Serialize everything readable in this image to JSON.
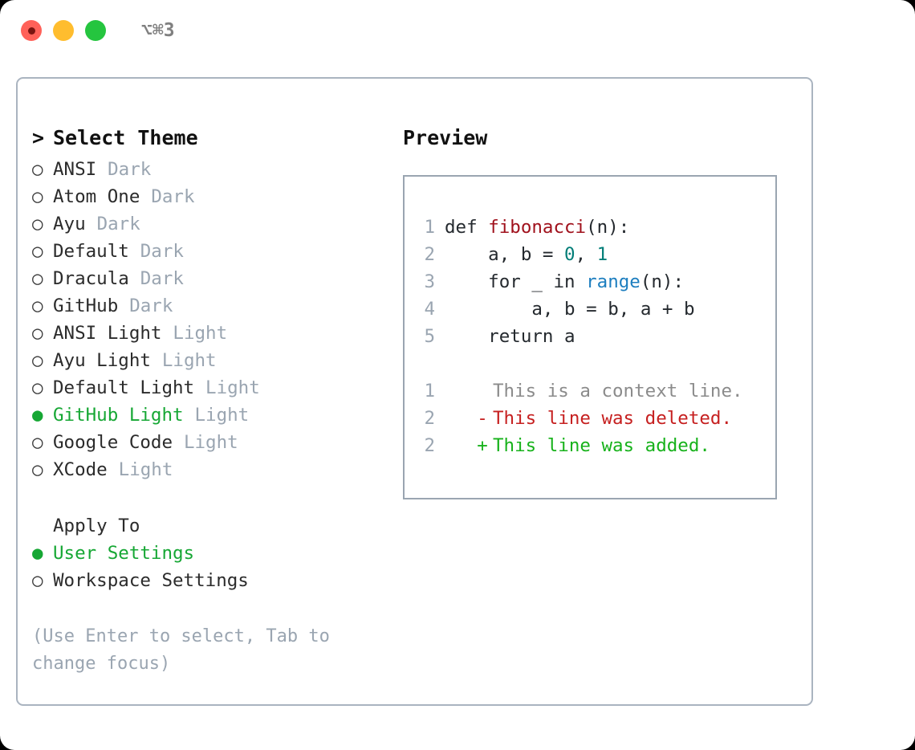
{
  "titlebar": {
    "shortcut": "⌥⌘3",
    "buttons": [
      {
        "name": "close",
        "color": "#ff6159"
      },
      {
        "name": "minimize",
        "color": "#ffbd2e"
      },
      {
        "name": "maximize",
        "color": "#25c53f"
      }
    ]
  },
  "theme_list": {
    "heading": "Select Theme",
    "heading_marker": ">",
    "marker_unselected": "○",
    "marker_selected": "●",
    "items": [
      {
        "label": "ANSI",
        "suffix": "Dark",
        "selected": false
      },
      {
        "label": "Atom One",
        "suffix": "Dark",
        "selected": false
      },
      {
        "label": "Ayu",
        "suffix": "Dark",
        "selected": false
      },
      {
        "label": "Default",
        "suffix": "Dark",
        "selected": false
      },
      {
        "label": "Dracula",
        "suffix": "Dark",
        "selected": false
      },
      {
        "label": "GitHub",
        "suffix": "Dark",
        "selected": false
      },
      {
        "label": "ANSI Light",
        "suffix": "Light",
        "selected": false
      },
      {
        "label": "Ayu Light",
        "suffix": "Light",
        "selected": false
      },
      {
        "label": "Default Light",
        "suffix": "Light",
        "selected": false
      },
      {
        "label": "GitHub Light",
        "suffix": "Light",
        "selected": true
      },
      {
        "label": "Google Code",
        "suffix": "Light",
        "selected": false
      },
      {
        "label": "XCode",
        "suffix": "Light",
        "selected": false
      }
    ]
  },
  "apply_to": {
    "heading": "Apply To",
    "items": [
      {
        "label": "User Settings",
        "selected": true
      },
      {
        "label": "Workspace Settings",
        "selected": false
      }
    ]
  },
  "hint": "(Use Enter to select, Tab to change focus)",
  "preview": {
    "title": "Preview",
    "code_lines": [
      {
        "no": "1",
        "parts": [
          {
            "t": "def ",
            "c": "plain"
          },
          {
            "t": "fibonacci",
            "c": "fn"
          },
          {
            "t": "(n):",
            "c": "plain"
          }
        ]
      },
      {
        "no": "2",
        "parts": [
          {
            "t": "    a, b = ",
            "c": "plain"
          },
          {
            "t": "0",
            "c": "num"
          },
          {
            "t": ", ",
            "c": "plain"
          },
          {
            "t": "1",
            "c": "num"
          }
        ]
      },
      {
        "no": "3",
        "parts": [
          {
            "t": "    for _ in ",
            "c": "plain"
          },
          {
            "t": "range",
            "c": "call"
          },
          {
            "t": "(n):",
            "c": "plain"
          }
        ]
      },
      {
        "no": "4",
        "parts": [
          {
            "t": "        a, b = b, a + b",
            "c": "plain"
          }
        ]
      },
      {
        "no": "5",
        "parts": [
          {
            "t": "    return a",
            "c": "plain"
          }
        ]
      }
    ],
    "diff_lines": [
      {
        "no": "1",
        "mark": " ",
        "text": "This is a context line.",
        "kind": "ctx"
      },
      {
        "no": "2",
        "mark": "-",
        "text": "This line was deleted.",
        "kind": "del"
      },
      {
        "no": "2",
        "mark": "+",
        "text": "This line was added.",
        "kind": "add"
      }
    ]
  },
  "colors": {
    "accent_green": "#16a734",
    "muted": "#9aa5b1",
    "border": "#aab4c0",
    "diff_add": "#17b21b",
    "diff_del": "#c62020",
    "syntax_function": "#a0111c",
    "syntax_number": "#017d77",
    "syntax_call": "#1d7ebf"
  }
}
